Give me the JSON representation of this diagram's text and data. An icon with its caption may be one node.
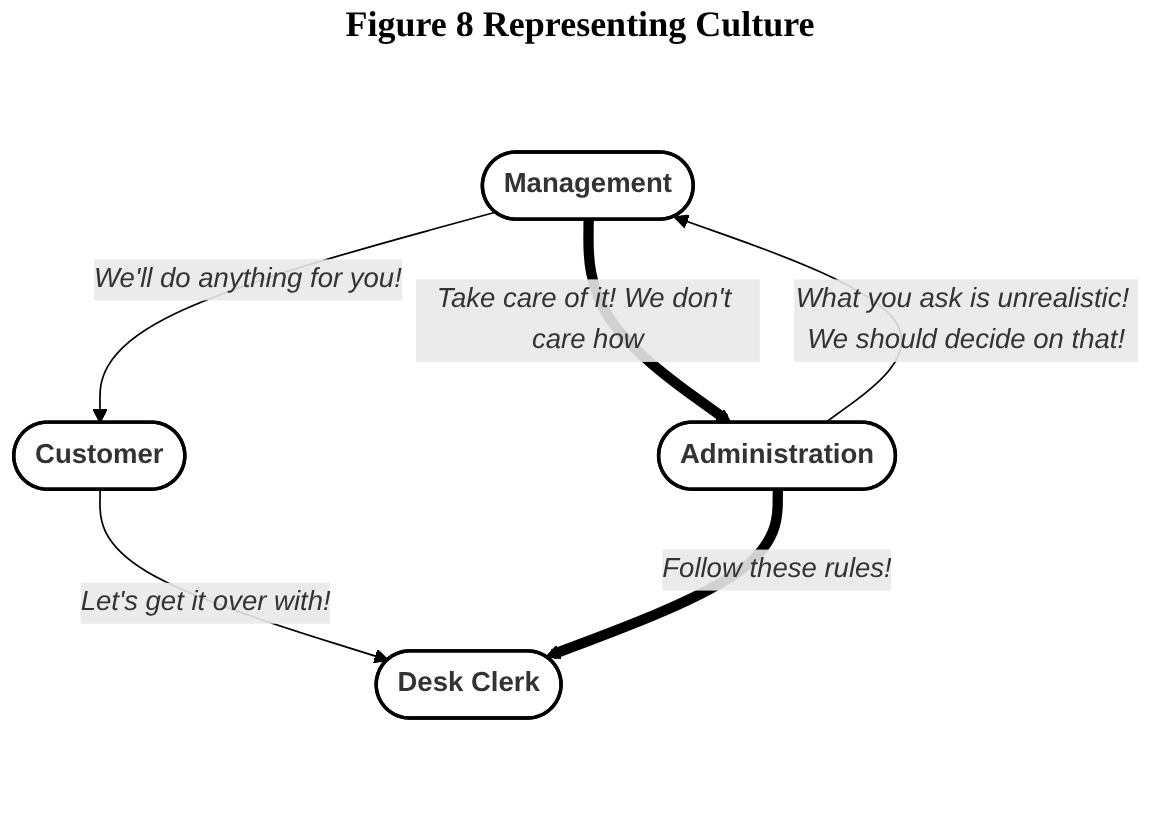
{
  "diagram": {
    "title": "Figure 8 Representing Culture",
    "nodes": [
      {
        "text": [
          "Management"
        ]
      },
      {
        "text": [
          "Administration"
        ]
      },
      {
        "text": [
          "Customer"
        ]
      },
      {
        "text": [
          "Desk Clerk"
        ]
      }
    ],
    "edges": [
      {
        "from": 0,
        "to": 1,
        "arrow": "to",
        "label": "Take care of it! We don't care how",
        "style": "thick"
      },
      {
        "from": 1,
        "to": 0,
        "arrow": "to",
        "label": "What you ask is unrealistic! We should decide on that!"
      },
      {
        "from": 0,
        "to": 2,
        "arrow": "to",
        "label": "We'll do anything for you!"
      },
      {
        "from": 2,
        "to": 3,
        "arrow": "to",
        "label": "Let's get it over with!"
      },
      {
        "from": 1,
        "to": 3,
        "arrow": "to",
        "label": "Follow these rules!",
        "style": "thick"
      }
    ]
  }
}
